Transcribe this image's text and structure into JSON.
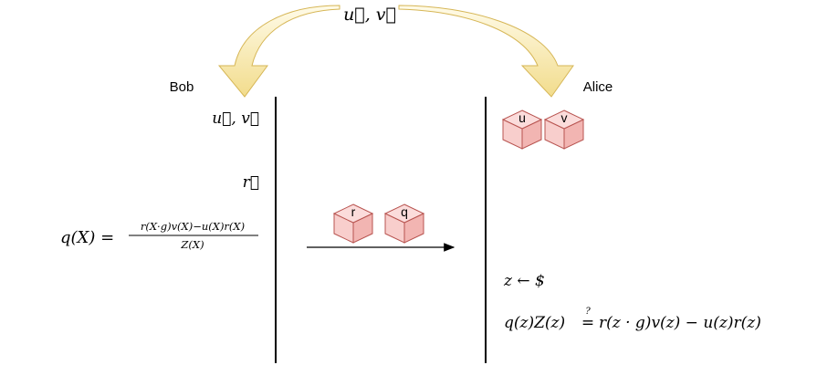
{
  "parties": {
    "bob": "Bob",
    "alice": "Alice"
  },
  "shared_vectors": "u⃗, v⃗",
  "bob_vectors": "u⃗, v⃗",
  "bob_r_vector": "r⃗",
  "bob_equation": {
    "lhs": "q(X) =",
    "numerator": "r(X·g)v(X)−u(X)r(X)",
    "denominator": "Z(X)"
  },
  "alice_cubes": [
    "u",
    "v"
  ],
  "message_cubes": [
    "r",
    "q"
  ],
  "alice_sample": "z ← $",
  "alice_check": {
    "lhs": "q(z)Z(z)",
    "relation": "=",
    "question": "?",
    "rhs": "r(z · g)v(z) − u(z)r(z)"
  },
  "colors": {
    "cube_fill": "#f8cecc",
    "cube_top": "#fbdcdb",
    "cube_side": "#f2b5b2",
    "cube_stroke": "#b85450",
    "arrow_fill": "#fff2cc",
    "arrow_stroke": "#d6b656"
  }
}
